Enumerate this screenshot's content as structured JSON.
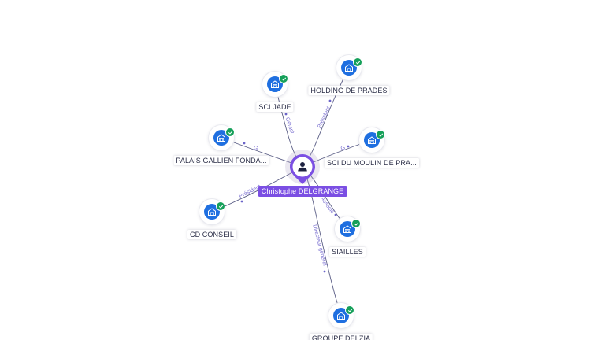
{
  "person": {
    "name": "Christophe DELGRANGE",
    "icon": "user-icon",
    "accent_color": "#7b4fe3"
  },
  "companies": [
    {
      "id": "sci-jade",
      "label": "SCI JADE",
      "icon": "building-icon",
      "status_icon": "verified-check-icon"
    },
    {
      "id": "holding-de-prades",
      "label": "HOLDING DE PRADES",
      "icon": "building-icon",
      "status_icon": "verified-check-icon"
    },
    {
      "id": "palais-gallien",
      "label": "PALAIS GALLIEN FONDA...",
      "icon": "building-icon",
      "status_icon": "verified-check-icon"
    },
    {
      "id": "sci-du-moulin",
      "label": "SCI DU MOULIN DE PRA...",
      "icon": "building-icon",
      "status_icon": "verified-check-icon"
    },
    {
      "id": "cd-conseil",
      "label": "CD CONSEIL",
      "icon": "building-icon",
      "status_icon": "verified-check-icon"
    },
    {
      "id": "siailles",
      "label": "SIAILLES",
      "icon": "building-icon",
      "status_icon": "verified-check-icon"
    },
    {
      "id": "groupe-delzia",
      "label": "GROUPE DELZIA",
      "icon": "building-icon",
      "status_icon": "verified-check-icon"
    }
  ],
  "relations": [
    {
      "to": "sci-jade",
      "label": "Gérant"
    },
    {
      "to": "holding-de-prades",
      "label": "Président"
    },
    {
      "to": "palais-gallien",
      "label": "G"
    },
    {
      "to": "sci-du-moulin",
      "label": "G"
    },
    {
      "to": "cd-conseil",
      "label": "Président"
    },
    {
      "to": "siailles",
      "label": "Associé"
    },
    {
      "to": "groupe-delzia",
      "label": "Directeur général"
    }
  ],
  "colors": {
    "company_disc": "#1f6fe0",
    "check": "#16a05a",
    "edge": "#5b5e86",
    "edge_label": "#7a6fd0"
  }
}
